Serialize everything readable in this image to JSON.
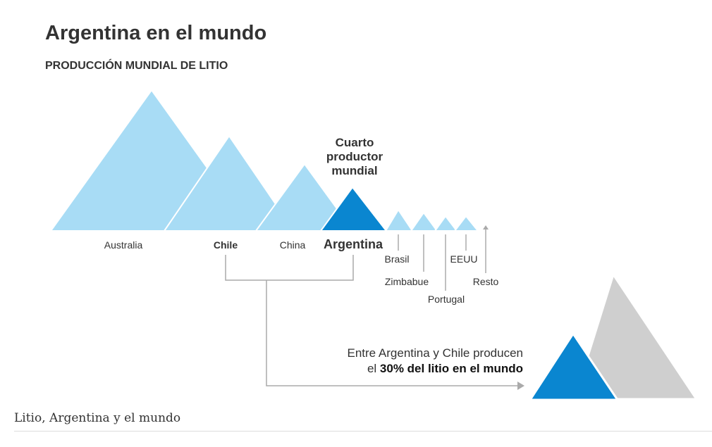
{
  "title": "Argentina en el mundo",
  "subtitle": "PRODUCCIÓN MUNDIAL DE LITIO",
  "highlight": [
    "Cuarto",
    "productor",
    "mundial"
  ],
  "countries": [
    "Australia",
    "Chile",
    "China",
    "Argentina",
    "Brasil",
    "Zimbabue",
    "Portugal",
    "EEUU",
    "Resto"
  ],
  "summary": {
    "line1": "Entre Argentina y Chile producen",
    "line2_pre": "el ",
    "line2_bold": "30% del litio en el mundo"
  },
  "caption": "Litio, Argentina y el mundo",
  "colors": {
    "light": "#a8dcf5",
    "argentina": "#0a86d0",
    "rest": "#cfcfcf",
    "line": "#aaaaaa"
  }
}
